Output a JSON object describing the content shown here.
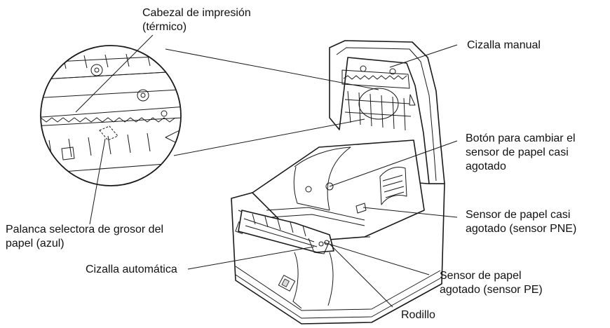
{
  "labels": {
    "print_head": [
      "Cabezal de impresión",
      "(térmico)"
    ],
    "manual_cutter": [
      "Cizalla manual"
    ],
    "near_end_button": [
      "Botón para cambiar el",
      "sensor de papel casi",
      "agotado"
    ],
    "thickness_lever": [
      "Palanca selectora de grosor del",
      "papel (azul)"
    ],
    "pne_sensor": [
      "Sensor de papel casi",
      "agotado (sensor PNE)"
    ],
    "auto_cutter": [
      "Cizalla automática"
    ],
    "pe_sensor": [
      "Sensor de papel",
      "agotado (sensor PE)"
    ],
    "platen": [
      "Rodillo"
    ]
  },
  "colors": {
    "line": "#1a1a1a",
    "text": "#111111",
    "background": "#ffffff"
  }
}
